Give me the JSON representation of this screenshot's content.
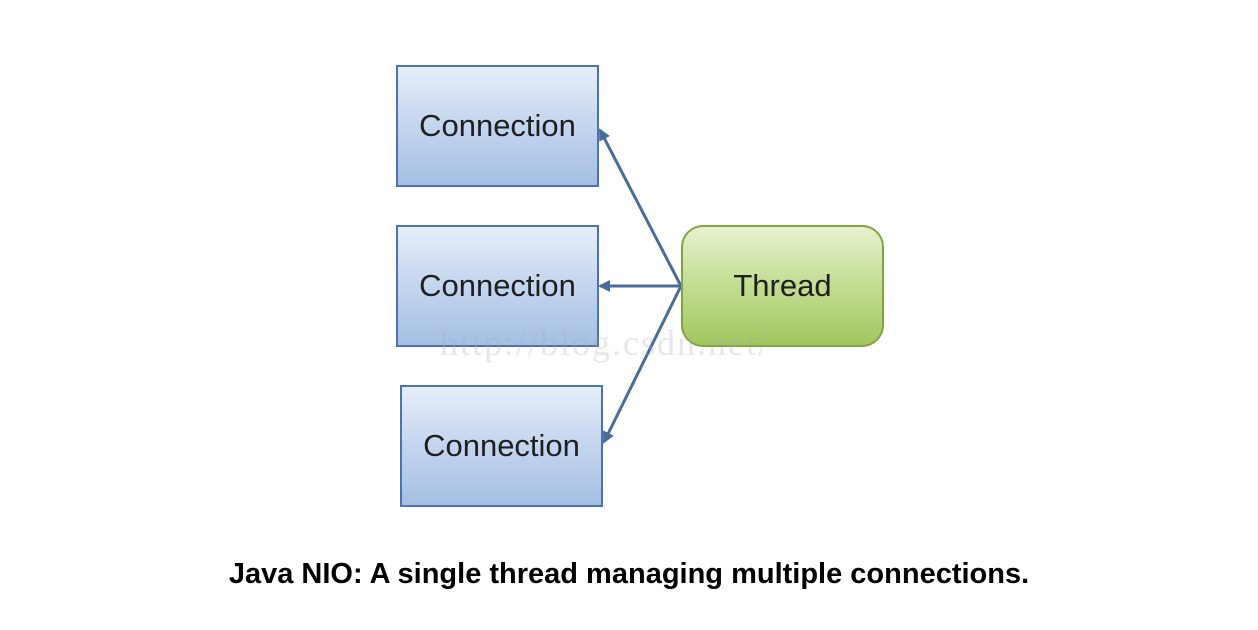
{
  "diagram": {
    "nodes": {
      "connection_1": "Connection",
      "connection_2": "Connection",
      "connection_3": "Connection",
      "thread": "Thread"
    },
    "edges": [
      {
        "from": "Thread",
        "to": "Connection"
      },
      {
        "from": "Thread",
        "to": "Connection"
      },
      {
        "from": "Thread",
        "to": "Connection"
      }
    ],
    "watermark": "http://blog.csdn.net/",
    "caption": "Java NIO: A single thread managing multiple connections."
  },
  "colors": {
    "connection_border": "#4a74b0",
    "thread_border": "#7ea53f",
    "arrow": "#4a6c9b"
  }
}
